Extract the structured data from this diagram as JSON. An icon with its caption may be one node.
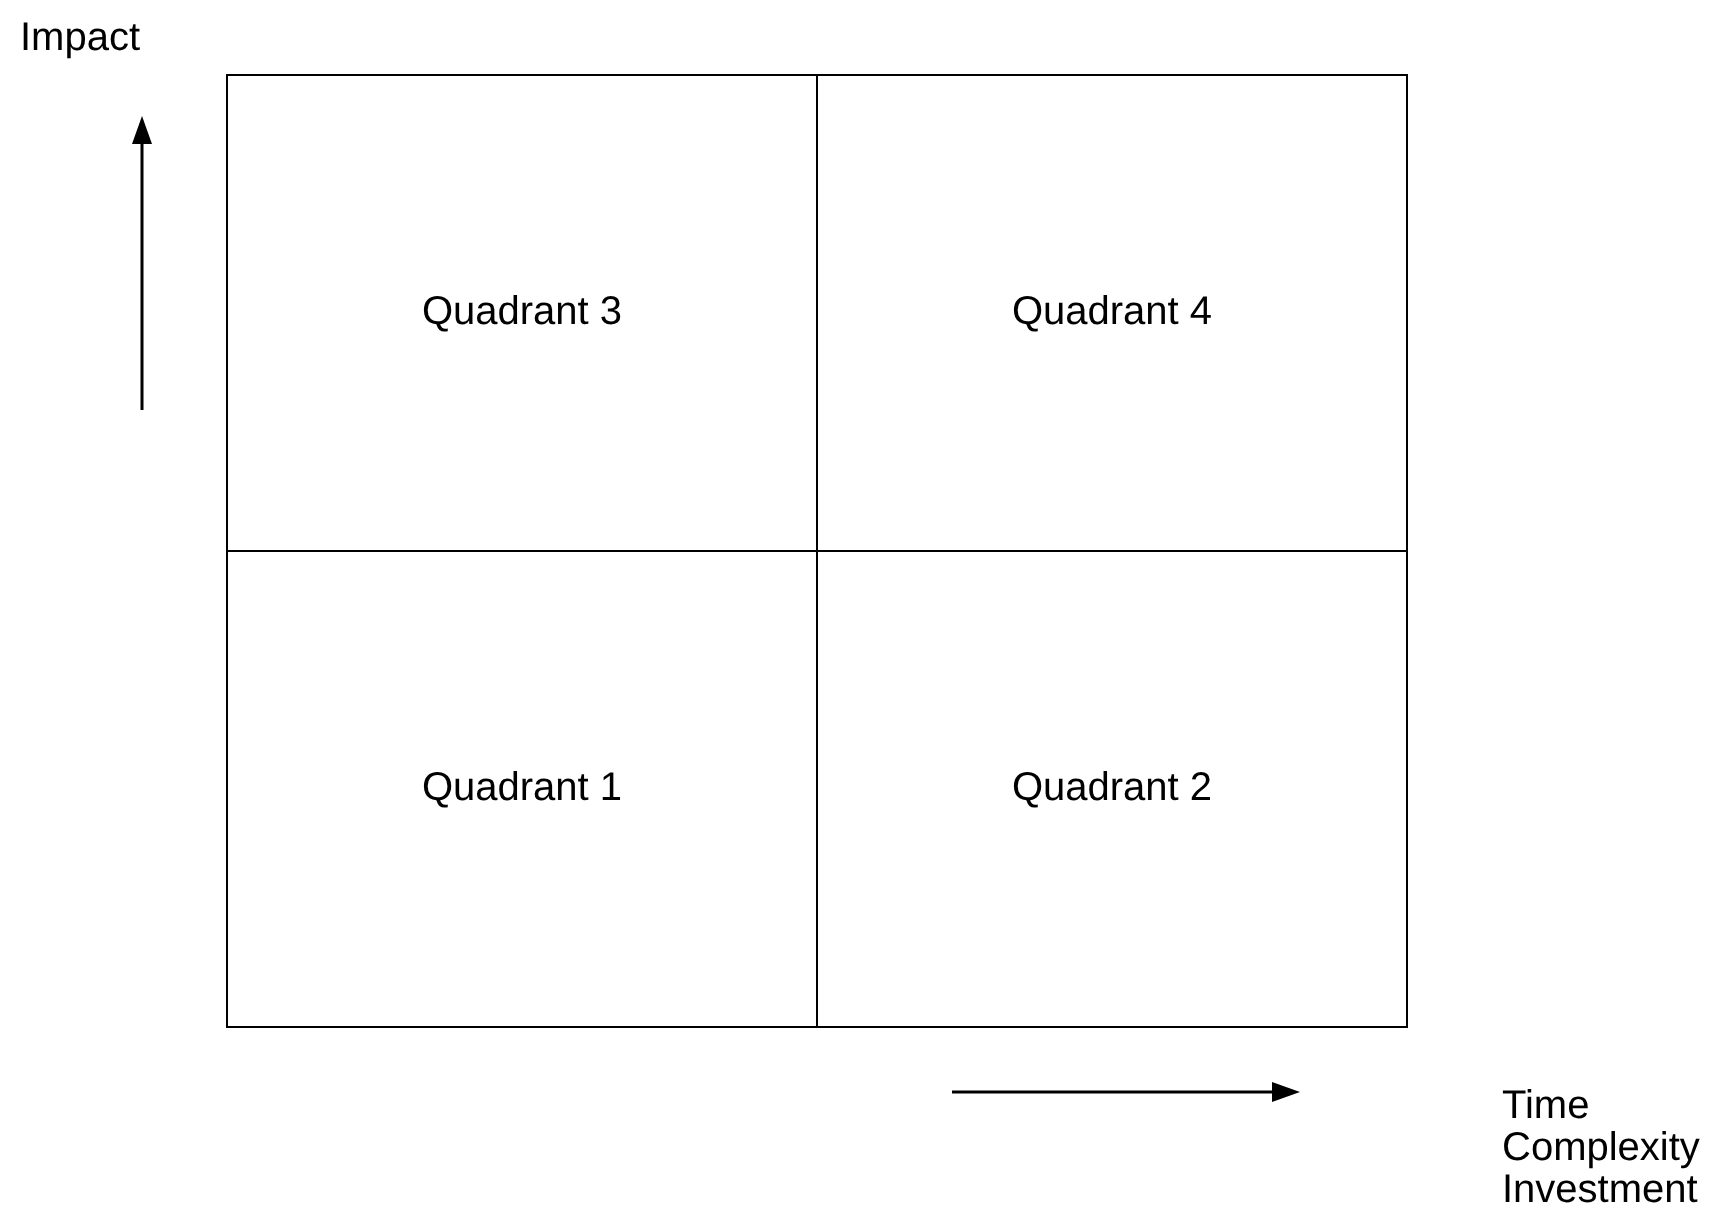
{
  "diagram": {
    "nodes": [
      {
        "text": [
          "Quadrant 3"
        ]
      },
      {
        "text": [
          "Quadrant 4"
        ]
      },
      {
        "text": [
          "Quadrant 1"
        ]
      },
      {
        "text": [
          "Quadrant 2"
        ]
      }
    ],
    "labels": [
      "Impact",
      "Time",
      "Complexity",
      "Investment"
    ]
  }
}
